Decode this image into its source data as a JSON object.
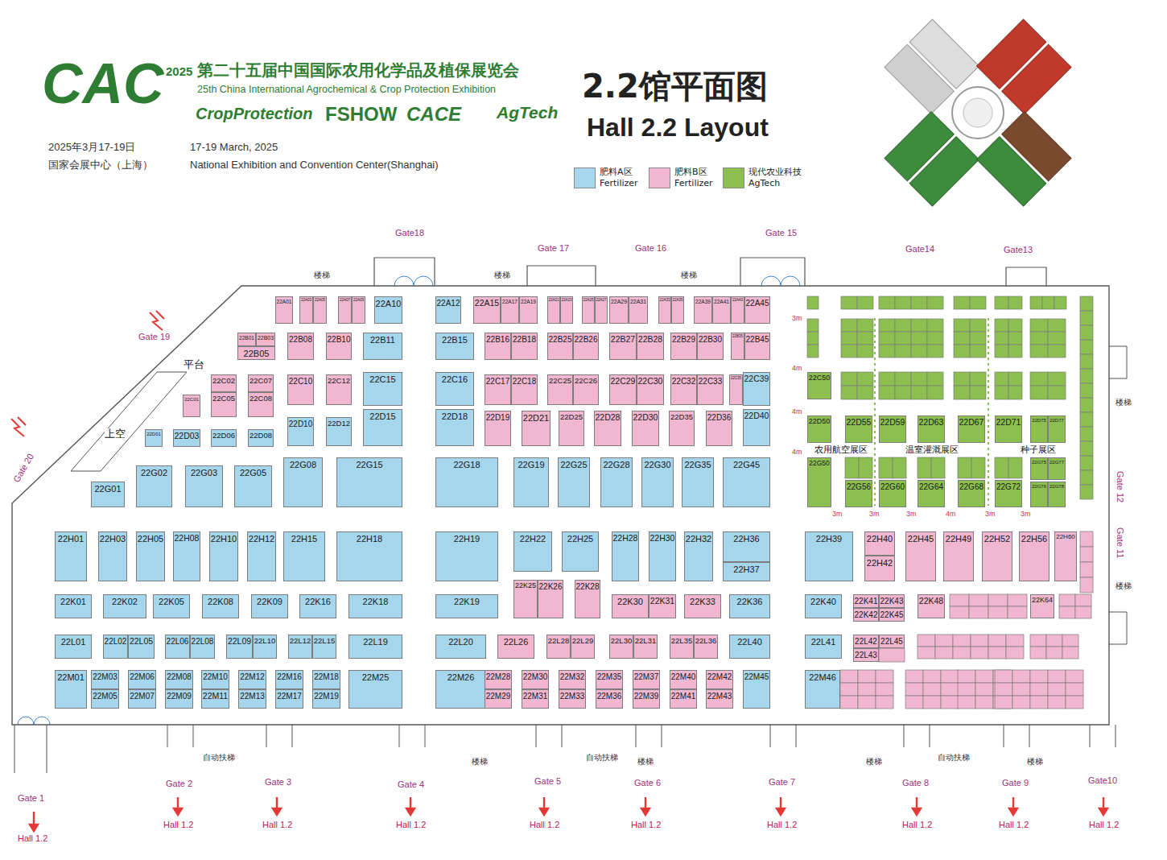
{
  "diagram": {
    "title": "2.2馆平面图",
    "nodes": [
      {
        "text": [
          "22A01"
        ]
      },
      {
        "text": [
          "22A03"
        ]
      },
      {
        "text": [
          "22A05"
        ]
      },
      {
        "text": [
          "22A07"
        ]
      },
      {
        "text": [
          "22A09"
        ]
      },
      {
        "text": [
          "22A10"
        ]
      },
      {
        "text": [
          "22A12"
        ]
      },
      {
        "text": [
          "22A15"
        ]
      },
      {
        "text": [
          "22A17"
        ]
      },
      {
        "text": [
          "22A19"
        ]
      },
      {
        "text": [
          "22A21"
        ]
      },
      {
        "text": [
          "22A23"
        ]
      },
      {
        "text": [
          "22A25"
        ]
      },
      {
        "text": [
          "22A27"
        ]
      },
      {
        "text": [
          "22A29"
        ]
      },
      {
        "text": [
          "22A31"
        ]
      },
      {
        "text": [
          "22A33"
        ]
      },
      {
        "text": [
          "22A35"
        ]
      },
      {
        "text": [
          "22A39"
        ]
      },
      {
        "text": [
          "22A41"
        ]
      },
      {
        "text": [
          "22A43"
        ]
      },
      {
        "text": [
          "22A45"
        ]
      },
      {
        "text": [
          "22B01"
        ]
      },
      {
        "text": [
          "22B03"
        ]
      },
      {
        "text": [
          "22B05"
        ]
      },
      {
        "text": [
          "22B08"
        ]
      },
      {
        "text": [
          "22B10"
        ]
      },
      {
        "text": [
          "22B11"
        ]
      },
      {
        "text": [
          "22B15"
        ]
      },
      {
        "text": [
          "22B16"
        ]
      },
      {
        "text": [
          "22B18"
        ]
      },
      {
        "text": [
          "22B25"
        ]
      },
      {
        "text": [
          "22B26"
        ]
      },
      {
        "text": [
          "22B27"
        ]
      },
      {
        "text": [
          "22B28"
        ]
      },
      {
        "text": [
          "22B29"
        ]
      },
      {
        "text": [
          "22B30"
        ]
      },
      {
        "text": [
          "22B35"
        ]
      },
      {
        "text": [
          "22B45"
        ]
      },
      {
        "text": [
          "22C01"
        ]
      },
      {
        "text": [
          "22C02"
        ]
      },
      {
        "text": [
          "22C05"
        ]
      },
      {
        "text": [
          "22C07"
        ]
      },
      {
        "text": [
          "22C08"
        ]
      },
      {
        "text": [
          "22C10"
        ]
      },
      {
        "text": [
          "22C12"
        ]
      },
      {
        "text": [
          "22C15"
        ]
      },
      {
        "text": [
          "22C16"
        ]
      },
      {
        "text": [
          "22C17"
        ]
      },
      {
        "text": [
          "22C18"
        ]
      },
      {
        "text": [
          "22C25"
        ]
      },
      {
        "text": [
          "22C26"
        ]
      },
      {
        "text": [
          "22C29"
        ]
      },
      {
        "text": [
          "22C30"
        ]
      },
      {
        "text": [
          "22C32"
        ]
      },
      {
        "text": [
          "22C33"
        ]
      },
      {
        "text": [
          "22C35"
        ]
      },
      {
        "text": [
          "22C39"
        ]
      },
      {
        "text": [
          "22D01"
        ]
      },
      {
        "text": [
          "22D03"
        ]
      },
      {
        "text": [
          "22D06"
        ]
      },
      {
        "text": [
          "22D08"
        ]
      },
      {
        "text": [
          "22D10"
        ]
      },
      {
        "text": [
          "22D12"
        ]
      },
      {
        "text": [
          "22D15"
        ]
      },
      {
        "text": [
          "22D18"
        ]
      },
      {
        "text": [
          "22D19"
        ]
      },
      {
        "text": [
          "22D21"
        ]
      },
      {
        "text": [
          "22D25"
        ]
      },
      {
        "text": [
          "22D28"
        ]
      },
      {
        "text": [
          "22D30"
        ]
      },
      {
        "text": [
          "22D35"
        ]
      },
      {
        "text": [
          "22D36"
        ]
      },
      {
        "text": [
          "22D40"
        ]
      },
      {
        "text": [
          "22G01"
        ]
      },
      {
        "text": [
          "22G02"
        ]
      },
      {
        "text": [
          "22G03"
        ]
      },
      {
        "text": [
          "22G05"
        ]
      },
      {
        "text": [
          "22G08"
        ]
      },
      {
        "text": [
          "22G15"
        ]
      },
      {
        "text": [
          "22G18"
        ]
      },
      {
        "text": [
          "22G19"
        ]
      },
      {
        "text": [
          "22G25"
        ]
      },
      {
        "text": [
          "22G28"
        ]
      },
      {
        "text": [
          "22G30"
        ]
      },
      {
        "text": [
          "22G35"
        ]
      },
      {
        "text": [
          "22G45"
        ]
      },
      {
        "text": [
          "22H01"
        ]
      },
      {
        "text": [
          "22H03"
        ]
      },
      {
        "text": [
          "22H05"
        ]
      },
      {
        "text": [
          "22H08"
        ]
      },
      {
        "text": [
          "22H10"
        ]
      },
      {
        "text": [
          "22H12"
        ]
      },
      {
        "text": [
          "22H15"
        ]
      },
      {
        "text": [
          "22H18"
        ]
      },
      {
        "text": [
          "22H19"
        ]
      },
      {
        "text": [
          "22H22"
        ]
      },
      {
        "text": [
          "22H25"
        ]
      },
      {
        "text": [
          "22H28"
        ]
      },
      {
        "text": [
          "22H30"
        ]
      },
      {
        "text": [
          "22H32"
        ]
      },
      {
        "text": [
          "22H36"
        ]
      },
      {
        "text": [
          "22H37"
        ]
      },
      {
        "text": [
          "22K01"
        ]
      },
      {
        "text": [
          "22K02"
        ]
      },
      {
        "text": [
          "22K05"
        ]
      },
      {
        "text": [
          "22K08"
        ]
      },
      {
        "text": [
          "22K09"
        ]
      },
      {
        "text": [
          "22K16"
        ]
      },
      {
        "text": [
          "22K18"
        ]
      },
      {
        "text": [
          "22K19"
        ]
      },
      {
        "text": [
          "22K25"
        ]
      },
      {
        "text": [
          "22K26"
        ]
      },
      {
        "text": [
          "22K28"
        ]
      },
      {
        "text": [
          "22K30"
        ]
      },
      {
        "text": [
          "22K31"
        ]
      },
      {
        "text": [
          "22K33"
        ]
      },
      {
        "text": [
          "22K36"
        ]
      },
      {
        "text": [
          "22L01"
        ]
      },
      {
        "text": [
          "22L02"
        ]
      },
      {
        "text": [
          "22L05"
        ]
      },
      {
        "text": [
          "22L06"
        ]
      },
      {
        "text": [
          "22L08"
        ]
      },
      {
        "text": [
          "22L09"
        ]
      },
      {
        "text": [
          "22L10"
        ]
      },
      {
        "text": [
          "22L12"
        ]
      },
      {
        "text": [
          "22L15"
        ]
      },
      {
        "text": [
          "22L19"
        ]
      },
      {
        "text": [
          "22L20"
        ]
      },
      {
        "text": [
          "22L26"
        ]
      },
      {
        "text": [
          "22L28"
        ]
      },
      {
        "text": [
          "22L29"
        ]
      },
      {
        "text": [
          "22L30"
        ]
      },
      {
        "text": [
          "22L31"
        ]
      },
      {
        "text": [
          "22L35"
        ]
      },
      {
        "text": [
          "22L36"
        ]
      },
      {
        "text": [
          "22L40"
        ]
      },
      {
        "text": [
          "22M01"
        ]
      },
      {
        "text": [
          "22M03"
        ]
      },
      {
        "text": [
          "22M05"
        ]
      },
      {
        "text": [
          "22M06"
        ]
      },
      {
        "text": [
          "22M07"
        ]
      },
      {
        "text": [
          "22M08"
        ]
      },
      {
        "text": [
          "22M09"
        ]
      },
      {
        "text": [
          "22M10"
        ]
      },
      {
        "text": [
          "22M11"
        ]
      },
      {
        "text": [
          "22M12"
        ]
      },
      {
        "text": [
          "22M13"
        ]
      },
      {
        "text": [
          "22M16"
        ]
      },
      {
        "text": [
          "22M17"
        ]
      },
      {
        "text": [
          "22M18"
        ]
      },
      {
        "text": [
          "22M19"
        ]
      },
      {
        "text": [
          "22M25"
        ]
      },
      {
        "text": [
          "22M26"
        ]
      },
      {
        "text": [
          "22M28"
        ]
      },
      {
        "text": [
          "22M29"
        ]
      },
      {
        "text": [
          "22M30"
        ]
      },
      {
        "text": [
          "22M31"
        ]
      },
      {
        "text": [
          "22M32"
        ]
      },
      {
        "text": [
          "22M33"
        ]
      },
      {
        "text": [
          "22M35"
        ]
      },
      {
        "text": [
          "22M36"
        ]
      },
      {
        "text": [
          "22M37"
        ]
      },
      {
        "text": [
          "22M39"
        ]
      },
      {
        "text": [
          "22M40"
        ]
      },
      {
        "text": [
          "22M41"
        ]
      },
      {
        "text": [
          "22M42"
        ]
      },
      {
        "text": [
          "22M43"
        ]
      },
      {
        "text": [
          "22M45"
        ]
      },
      {
        "text": [
          "22H39"
        ]
      },
      {
        "text": [
          "22H40"
        ]
      },
      {
        "text": [
          "22H42"
        ]
      },
      {
        "text": [
          "22H45"
        ]
      },
      {
        "text": [
          "22H49"
        ]
      },
      {
        "text": [
          "22H52"
        ]
      },
      {
        "text": [
          "22H56"
        ]
      },
      {
        "text": [
          "22H60"
        ]
      },
      {
        "text": [
          "22K40"
        ]
      },
      {
        "text": [
          "22K41"
        ]
      },
      {
        "text": [
          "22K42"
        ]
      },
      {
        "text": [
          "22K43"
        ]
      },
      {
        "text": [
          "22K45"
        ]
      },
      {
        "text": [
          "22K48"
        ]
      },
      {
        "text": [
          "22K64"
        ]
      },
      {
        "text": [
          "22L41"
        ]
      },
      {
        "text": [
          "22L42"
        ]
      },
      {
        "text": [
          "22L43"
        ]
      },
      {
        "text": [
          "22L45"
        ]
      },
      {
        "text": [
          "22M46"
        ]
      },
      {
        "text": [
          "22C50"
        ]
      },
      {
        "text": [
          "22D50"
        ]
      },
      {
        "text": [
          "22D55"
        ]
      },
      {
        "text": [
          "22D59"
        ]
      },
      {
        "text": [
          "22D63"
        ]
      },
      {
        "text": [
          "22D67"
        ]
      },
      {
        "text": [
          "22D71"
        ]
      },
      {
        "text": [
          "22D75"
        ]
      },
      {
        "text": [
          "22D77"
        ]
      },
      {
        "text": [
          "22G50"
        ]
      },
      {
        "text": [
          "22G56"
        ]
      },
      {
        "text": [
          "22G60"
        ]
      },
      {
        "text": [
          "22G64"
        ]
      },
      {
        "text": [
          "22G68"
        ]
      },
      {
        "text": [
          "22G72"
        ]
      },
      {
        "text": [
          "22G75"
        ]
      },
      {
        "text": [
          "22G77"
        ]
      },
      {
        "text": [
          "22G76"
        ]
      },
      {
        "text": [
          "22G78"
        ]
      }
    ],
    "labels": [
      "CAC",
      "2025",
      "第二十五届中国国际农用化学品及植保展览会",
      "25th China International Agrochemical & Crop Protection Exhibition",
      "CropProtection",
      "FSHOW",
      "CACE",
      "AgTech",
      "2025年3月17-19日",
      "国家会展中心（上海）",
      "17-19 March, 2025",
      "National Exhibition and Convention Center(Shanghai)",
      "Hall 2.2 Layout",
      "Gate 1",
      "Gate 2",
      "Gate 3",
      "Gate 4",
      "Gate 5",
      "Gate 6",
      "Gate 7",
      "Gate 8",
      "Gate 9",
      "Gate10",
      "Gate 11",
      "Gate 12",
      "Gate13",
      "Gate14",
      "Gate 15",
      "Gate 16",
      "Gate 17",
      "Gate18",
      "Gate 19",
      "Gate 20",
      "Hall 1.2",
      "Hall 1.2",
      "Hall 1.2",
      "Hall 1.2",
      "Hall 1.2",
      "Hall 1.2",
      "Hall 1.2",
      "Hall 1.2",
      "Hall 1.2",
      "Hall 1.2",
      "平台",
      "上空",
      "农用航空展区",
      "温室灌溉展区",
      "种子展区",
      "3m",
      "4m",
      "4m",
      "4m",
      "3m",
      "3m",
      "3m",
      "4m",
      "3m",
      "3m",
      "自动扶梯",
      "自动扶梯",
      "自动扶梯",
      "楼梯",
      "楼梯",
      "楼梯",
      "楼梯",
      "楼梯",
      "楼梯",
      "楼梯",
      "楼梯",
      "楼梯"
    ],
    "legend": [
      {
        "text": "肥料A区 Fertilizer",
        "color": "#a6d6ec"
      },
      {
        "text": "肥料B区 Fertilizer",
        "color": "#f2b7d0"
      },
      {
        "text": "现代农业科技 AgTech",
        "color": "#8cbf4f"
      }
    ]
  }
}
